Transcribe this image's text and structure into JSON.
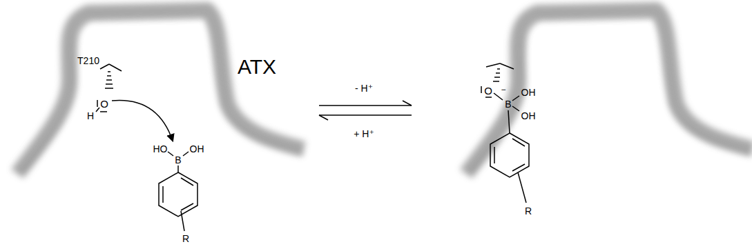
{
  "diagram": {
    "labels": [
      "T210",
      "O",
      "H",
      "HO",
      "B",
      "OH",
      "R",
      "ATX",
      "- H⁺",
      "+ H⁺",
      "O",
      "−",
      "B",
      "OH",
      "OH",
      "R"
    ]
  }
}
